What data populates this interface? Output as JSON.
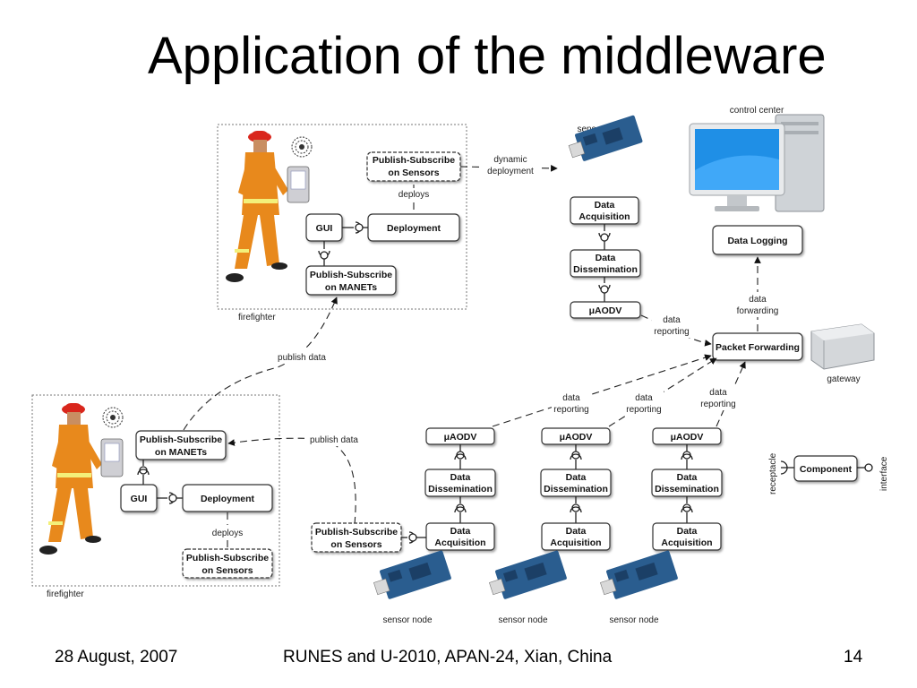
{
  "slide": {
    "title": "Application of the middleware",
    "footer": {
      "date": "28 August, 2007",
      "center": "RUNES and U-2010, APAN-24, Xian, China",
      "page": "14"
    }
  },
  "diagram": {
    "top_group": {
      "label": "firefighter",
      "boxes": {
        "ps_sensors": [
          "Publish-Subscribe",
          "on Sensors"
        ],
        "gui": "GUI",
        "deployment": "Deployment",
        "ps_manets": [
          "Publish-Subscribe",
          "on MANETs"
        ]
      },
      "deploys_label": "deploys"
    },
    "bottom_group": {
      "label": "firefighter",
      "boxes": {
        "ps_manets": [
          "Publish-Subscribe",
          "on MANETs"
        ],
        "gui": "GUI",
        "deployment": "Deployment",
        "ps_sensors": [
          "Publish-Subscribe",
          "on Sensors"
        ]
      },
      "deploys_label": "deploys"
    },
    "edge_labels": {
      "dynamic_deployment": [
        "dynamic",
        "deployment"
      ],
      "publish_data_upper": "publish data",
      "publish_data_lower": "publish data",
      "data_reporting_top": [
        "data",
        "reporting"
      ],
      "data_forwarding": [
        "data",
        "forwarding"
      ],
      "data_reporting_1": [
        "data",
        "reporting"
      ],
      "data_reporting_2": [
        "data",
        "reporting"
      ],
      "data_reporting_3": [
        "data",
        "reporting"
      ]
    },
    "top_sensor": {
      "label": "sensor node",
      "acq": [
        "Data",
        "Acquisition"
      ],
      "diss": [
        "Data",
        "Dissemination"
      ],
      "aodv": "μAODV"
    },
    "control_center": {
      "label": "control center",
      "box": "Data Logging"
    },
    "gateway": {
      "label": "gateway",
      "box": "Packet Forwarding"
    },
    "sensor_stacks": [
      {
        "aodv": "μAODV",
        "diss": [
          "Data",
          "Dissemination"
        ],
        "acq": [
          "Data",
          "Acquisition"
        ],
        "label": "sensor node"
      },
      {
        "aodv": "μAODV",
        "diss": [
          "Data",
          "Dissemination"
        ],
        "acq": [
          "Data",
          "Acquisition"
        ],
        "label": "sensor node"
      },
      {
        "aodv": "μAODV",
        "diss": [
          "Data",
          "Dissemination"
        ],
        "acq": [
          "Data",
          "Acquisition"
        ],
        "label": "sensor node"
      }
    ],
    "legend": {
      "component": "Component",
      "receptacle": "receptacle",
      "interface": "interface"
    }
  },
  "colors": {
    "firefighter_suit": "#e8891c",
    "helmet": "#d9261c",
    "sensor_board": "#2a5d8f",
    "screen": "#1f8fe6"
  }
}
